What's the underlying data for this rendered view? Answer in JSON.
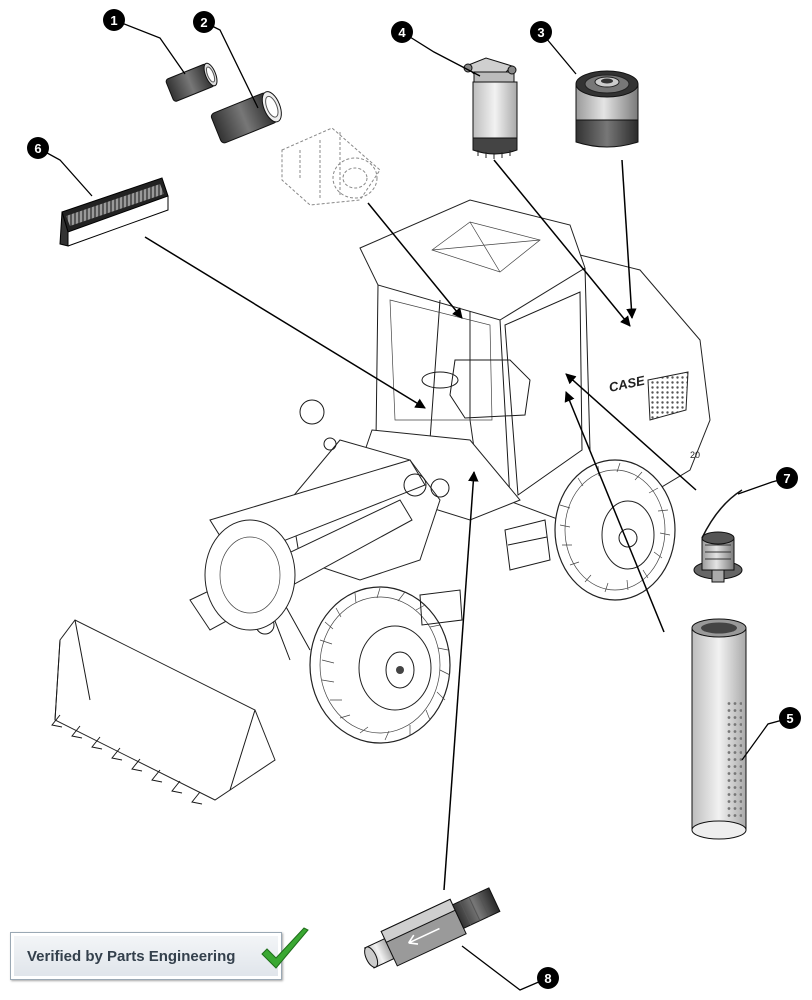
{
  "callouts": [
    {
      "id": 1,
      "label": "1"
    },
    {
      "id": 2,
      "label": "2"
    },
    {
      "id": 3,
      "label": "3"
    },
    {
      "id": 4,
      "label": "4"
    },
    {
      "id": 5,
      "label": "5"
    },
    {
      "id": 6,
      "label": "6"
    },
    {
      "id": 7,
      "label": "7"
    },
    {
      "id": 8,
      "label": "8"
    }
  ],
  "machine": {
    "brand_text": "CASE",
    "model_text": "20"
  },
  "stamp": {
    "text": "Verified by Parts Engineering",
    "check_color": "#3aa832"
  }
}
